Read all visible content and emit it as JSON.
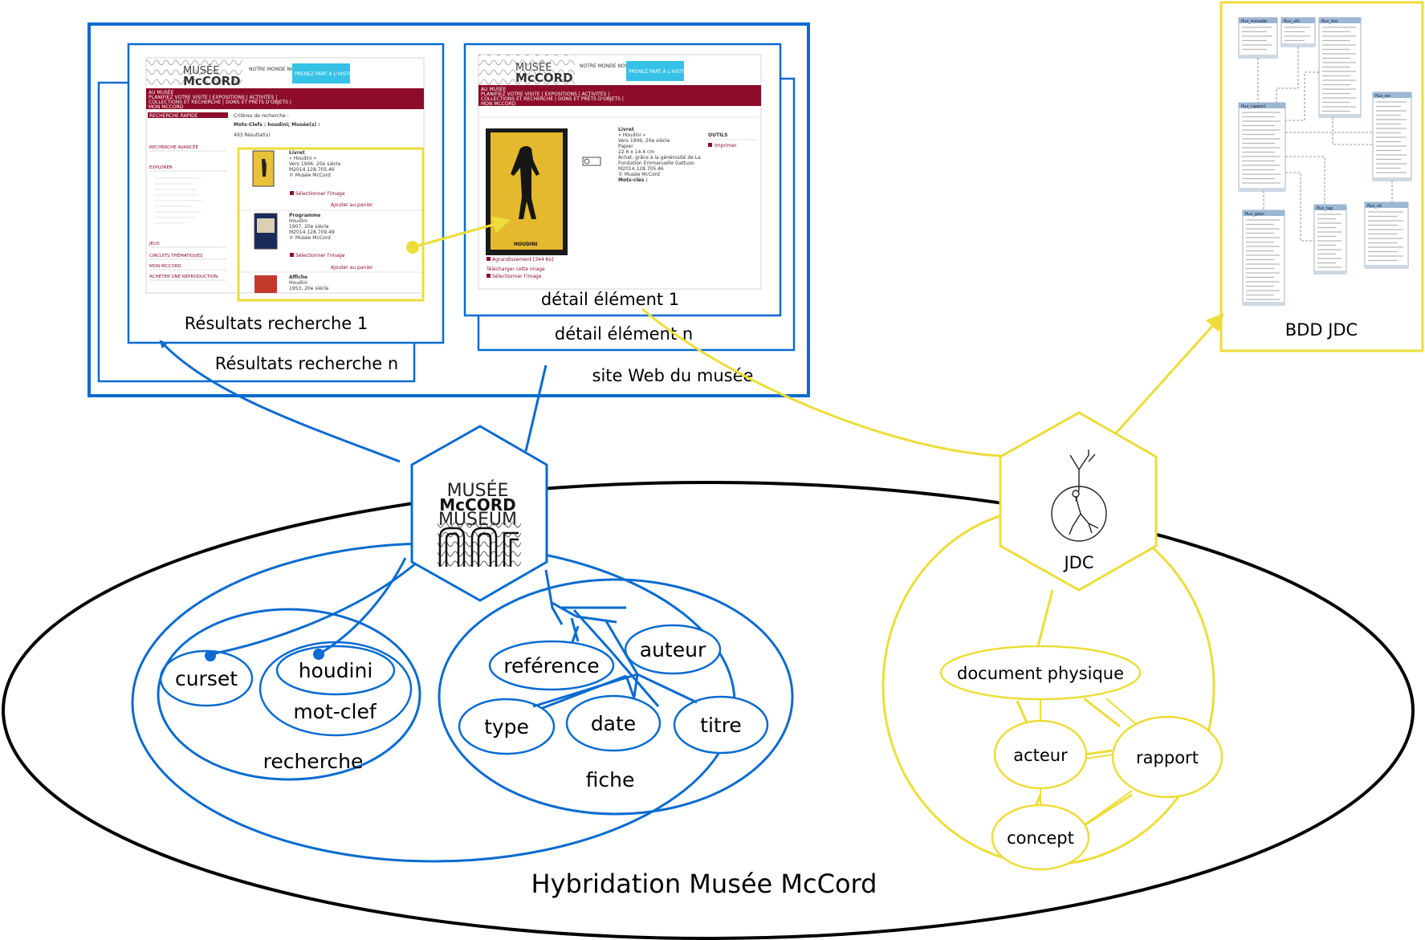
{
  "main_title": "Hybridation Musée McCord",
  "website": {
    "label": "site Web du musée",
    "results_1": "Résultats recherche 1",
    "results_n": "Résultats recherche n",
    "detail_1": "détail élément 1",
    "detail_n": "détail élément n"
  },
  "logo": {
    "line1": "MUSÉE",
    "line2": "McCORD",
    "line3": "MUSEUM"
  },
  "search": {
    "group": "recherche",
    "cursor": "curset",
    "keyword_group": "mot-clef",
    "keyword": "houdini"
  },
  "record": {
    "group": "fiche",
    "fields": [
      "reférence",
      "auteur",
      "type",
      "date",
      "titre"
    ]
  },
  "jdc": {
    "label": "JDC",
    "db_label": "BDD JDC",
    "nodes": [
      "document physique",
      "acteur",
      "rapport",
      "concept"
    ]
  },
  "screens": {
    "brand_top": "MUSÉE",
    "brand_bottom": "McCORD",
    "tagline": "NOTRE MONDE NOS HISTOIRES",
    "banner": "PRENEZ PART À L'HISTOIRE DONNEZ!",
    "nav1": "AU MUSÉE",
    "nav2": "PLANIFIEZ VOTRE VISITE | EXPOSITIONS | ACTIVITÉS |",
    "nav3": "COLLECTIONS ET RECHERCHE | DONS ET PRÊTS D'OBJETS |",
    "nav4": "MON MCCORD",
    "search_header": "RECHERCHE RAPIDE",
    "criteria": "Critères de recherche :",
    "keyword_line": "Mots-Clefs : houdini; Musée(s) :",
    "results_count": "493 Résultat(s)",
    "sidebar_items": [
      "RECHERCHE AVANCÉE",
      "EXPLORER",
      "JEUX",
      "CIRCUITS THÉMATIQUES",
      "MON MCCORD",
      "ACHETER UNE REPRODUCTION"
    ],
    "item1_title": "Livret",
    "item1_lines": [
      "« Houdini »",
      "Vers 1906, 20e siècle",
      "M2014.128.705.46",
      "© Musée McCord"
    ],
    "item2_title": "Programme",
    "item2_lines": [
      "Houdini",
      "1907, 20e siècle",
      "M2014.128.709.49",
      "© Musée McCord"
    ],
    "item3_title": "Affiche",
    "item3_lines": [
      "Houdini",
      "1953, 20e siècle"
    ],
    "select_image": "Sélectionner l'image",
    "add_cart": "Ajouter au panier",
    "detail_title": "Livret",
    "detail_lines": [
      "« Houdini »",
      "Vers 1906, 20e siècle",
      "Papier",
      "22.6 x 14.4 cm",
      "Achat, grâce à la générosité de La",
      "Fondation Emmanuelle Gattuso",
      "M2014.128.705.46",
      "© Musée McCord",
      "Mots-clés :"
    ],
    "tools": "OUTILS",
    "print": "Imprimer",
    "enlarge": "Agrandissement [344 Ko]",
    "download": "Télécharger cette image",
    "poster_caption": "HOUDINI"
  },
  "db_tables": [
    "flux_monade",
    "flux_util",
    "flux_doc",
    "flux_rapport",
    "flux_exi",
    "flux_geos",
    "flux_tag",
    "flux_uti"
  ],
  "colors": {
    "blue": "#0a6bd0",
    "yellow": "#ecdd3a",
    "maroon": "#8c0c2a",
    "black": "#000000"
  }
}
